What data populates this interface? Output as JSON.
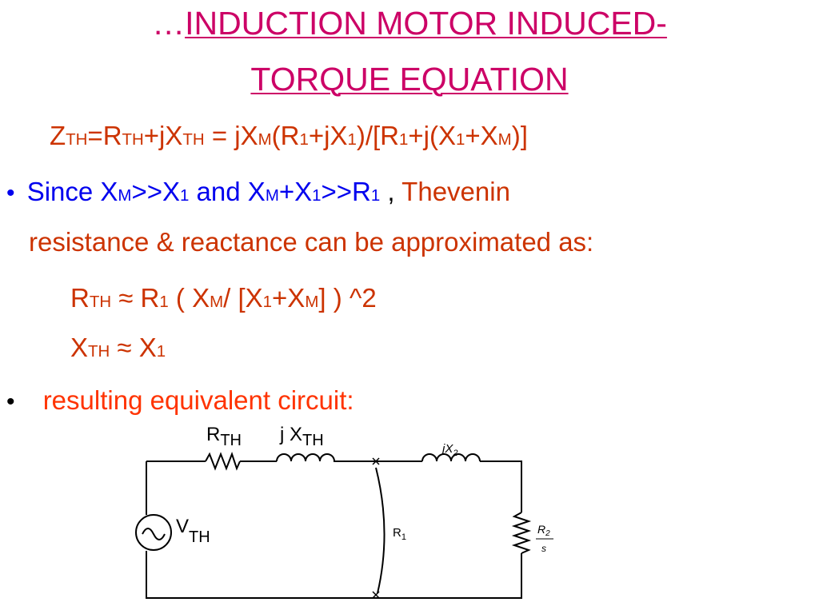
{
  "title": {
    "prefix": "…",
    "line1": "INDUCTION MOTOR INDUCED-",
    "line2": "TORQUE EQUATION"
  },
  "equation": {
    "parts": [
      "Z",
      "TH",
      "=R",
      "TH",
      "+jX",
      "TH",
      " = jX",
      "M",
      "(R",
      "1",
      "+jX",
      "1",
      ")/[R",
      "1",
      "+j(X",
      "1",
      "+X",
      "M",
      ")]"
    ]
  },
  "bullet1": {
    "marker": "•",
    "blue_parts": [
      "Since X",
      "M",
      ">>X",
      "1",
      " and X",
      "M",
      "+X",
      "1",
      ">>R",
      "1"
    ],
    "comma": " ,",
    "red_text": " Thevenin",
    "line2": "resistance & reactance can be approximated as:"
  },
  "approx1": {
    "parts": [
      "R",
      "TH",
      " ≈ R",
      "1",
      " ( X",
      "M",
      "/ [X",
      "1",
      "+X",
      "M",
      "] ) ^2"
    ]
  },
  "approx2": {
    "parts": [
      "X",
      "TH",
      " ≈ X",
      "1"
    ]
  },
  "bullet2": {
    "marker": "•",
    "text": "resulting equivalent circuit:"
  },
  "circuit": {
    "r_th_label": "R",
    "r_th_sub": "TH",
    "x_th_label": "j X",
    "x_th_sub": "TH",
    "x2_label": "jX",
    "x2_sub": "2",
    "v_label": "V",
    "v_sub": "TH",
    "r1_label": "R",
    "r1_sub": "1",
    "r2_label": "R",
    "r2_sub": "2",
    "r2_den": "s"
  }
}
